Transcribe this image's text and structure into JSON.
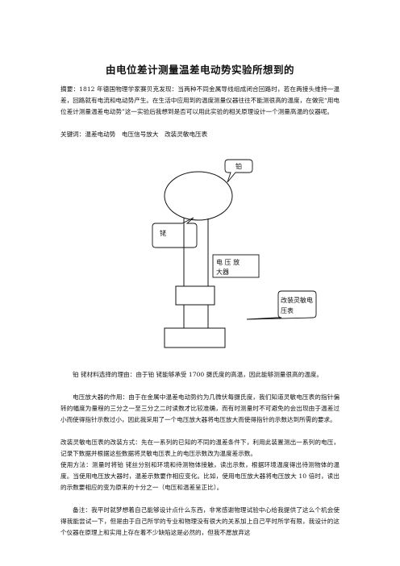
{
  "title": "由电位差计测量温差电动势实验所想到的",
  "abstract": "摘要：1812 年德国物理学家赛贝克发现：当两种不同金属导线组成闭合回路时，若在两接头维持一温差，回路就有电流和电动势产生。在生活中应用到的温度测量仪器往往不能测很高的温度，在做完“用电位差计测量温差电动势”这一实验后我想到是否可以用此实验的相关原理设计一个测量高温的仪器呢。",
  "keywords": "关键词：温差电动势　电压信号放大　改装灵敏电压表",
  "diagram": {
    "label_platinum": "铂",
    "label_iron": "铑",
    "amp_line1": "电 压 放",
    "amp_line2": "大器",
    "volt_line1": "改装灵敏电",
    "volt_line2": "压表"
  },
  "body": {
    "p1": "铂 铑材料选择的理由：由于铂 铑能够承受 1700 摄氏度的高温，因此能够测量很高的温度。",
    "p2": "电压放大器的作用：由于在金属中温差电动势约为几微伏每摄氏度，我们知道灵敏电压表的指针偏转的幅度为量程的三分之一至三分之二时读数才比较准确，而有时测量时不可避免的会出现由于温差过小而使得指针示数过小，因此我采用了一个电压放大器将电压放大而使得指针的示数达到所需的要求。",
    "p3": "改装灵敏电压表的改装方式：先在一系列的已知的不同的温差条件下，利用此装置测出一系列的电压，记录下数据并根据这些数据将灵敏电压表上的电压示数改为温度差示数。",
    "p4": "使用方法：测量时将铂 铑丝分别和环境和待测物体接触，读出示数，根据环境温度得出待测物体的温度。当使用电压放大器时，温差示数要作相应变化。比如，使用电压放大器将电压放大 10 倍时，读出的示数要相应的变为原来的十分之一（电压和温差呈正比）。",
    "p5": "备注：我平时就梦想着自己能够设计点什么东西，非常感谢物理试验中心给我提供了这么个机会使得我能尝试一下，但是由于自己所学的专业和物理没有很大的关系加上自己平时所学有限，我设计的这个仪器在原理上和实用上存在着不少缺陷这是必然的，但我不愿放弃这"
  }
}
